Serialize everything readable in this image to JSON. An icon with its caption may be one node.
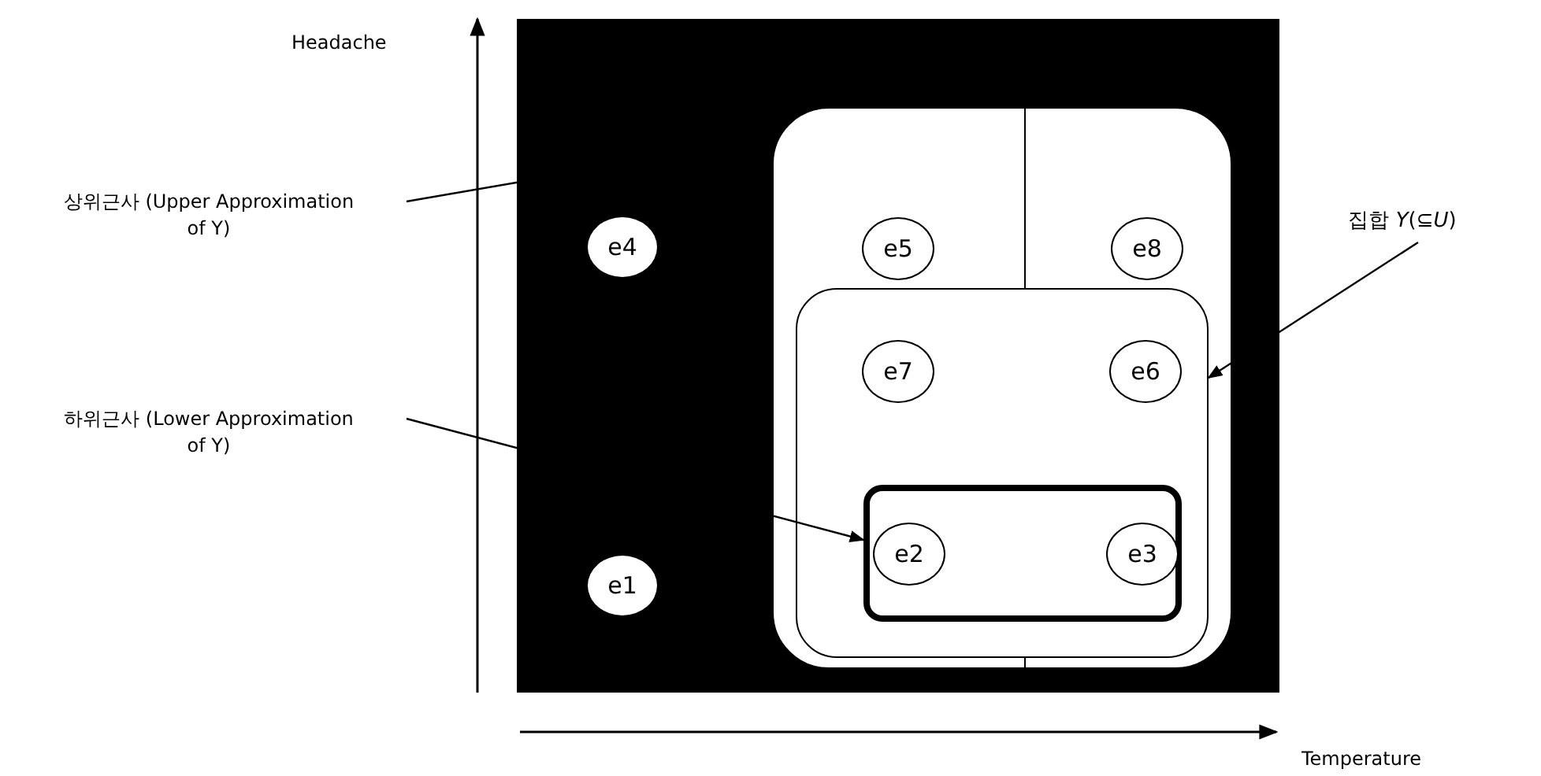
{
  "diagram": {
    "nodes": [
      {
        "text": [],
        "shape": "box"
      },
      {
        "text": [
          "e4"
        ],
        "in": 0
      },
      {
        "text": [
          "e1"
        ],
        "in": 0
      },
      {
        "text": [],
        "shape": "box",
        "in": 0
      },
      {
        "text": [
          "e5"
        ],
        "in": 3
      },
      {
        "text": [
          "e8"
        ],
        "in": 3
      },
      {
        "text": [],
        "shape": "box",
        "in": 3
      },
      {
        "text": [
          "e7"
        ],
        "in": 6
      },
      {
        "text": [
          "e6"
        ],
        "in": 6
      },
      {
        "text": [],
        "shape": "box",
        "in": 6
      },
      {
        "text": [
          "e2"
        ],
        "in": 9
      },
      {
        "text": [
          "e3"
        ],
        "in": 9
      },
      {
        "text": [
          "상위근사 (Upper Approximation of Y)"
        ]
      },
      {
        "text": [
          "하위근사 (Lower Approximation of Y)"
        ]
      },
      {
        "text": [
          "집합 *Y*(⊆*U*)"
        ]
      }
    ],
    "edges": [
      {
        "from": 12,
        "to": 3,
        "arrow": "none"
      },
      {
        "from": 13,
        "to": 9,
        "arrow": "to"
      },
      {
        "from": 14,
        "to": 6,
        "arrow": "to"
      }
    ],
    "labels": [
      "Headache",
      "Temperature"
    ]
  }
}
